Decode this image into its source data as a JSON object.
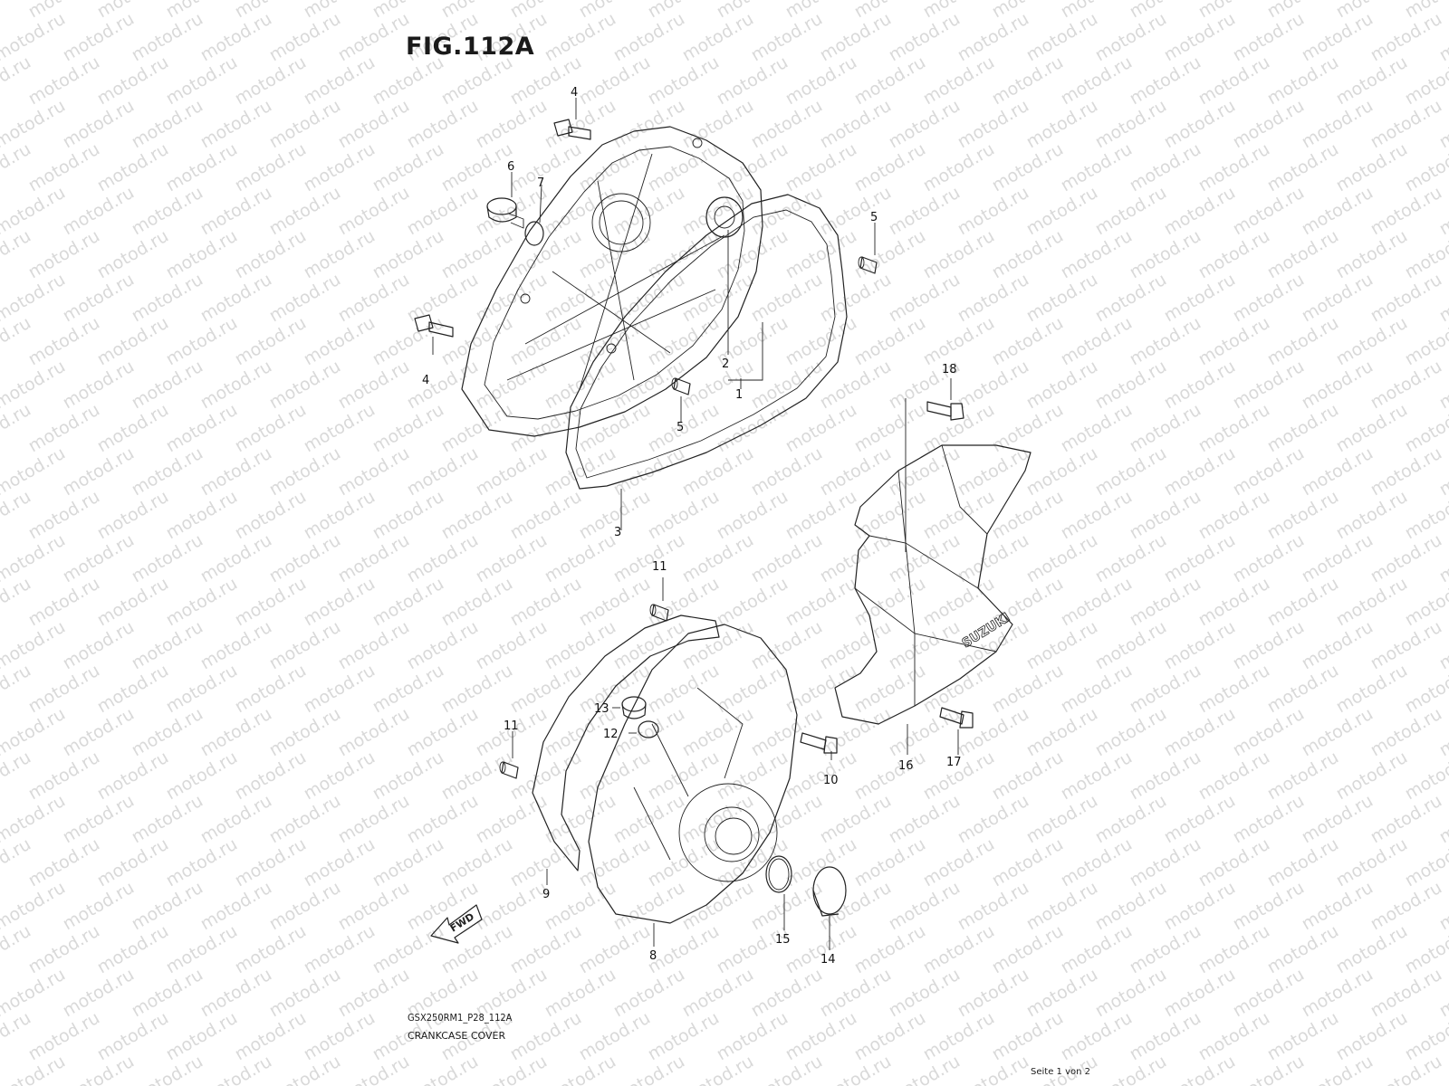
{
  "figure": {
    "title": "FIG.112A",
    "code": "GSX250RM1_P28_112A",
    "caption": "CRANKCASE COVER",
    "page": "Seite 1 von 2",
    "watermark": "motod.ru",
    "fwd_label": "FWD",
    "brand_logo_text": "SUZUKI"
  },
  "callouts": [
    "1",
    "2",
    "3",
    "4",
    "4",
    "5",
    "5",
    "6",
    "7",
    "8",
    "9",
    "10",
    "11",
    "11",
    "12",
    "13",
    "14",
    "15",
    "16",
    "17",
    "18"
  ],
  "icons": [
    "fwd-arrow-icon"
  ]
}
